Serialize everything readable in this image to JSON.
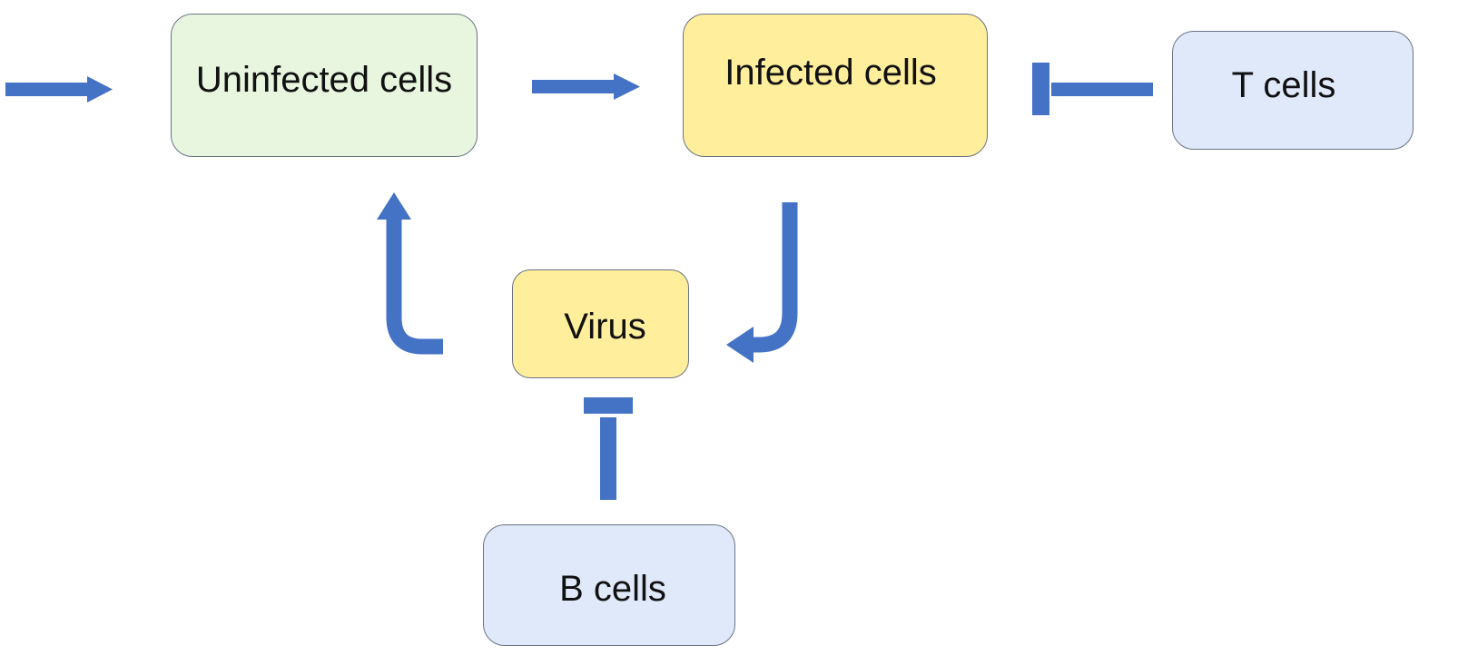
{
  "nodes": {
    "uninfected": {
      "label": "Uninfected cells",
      "fill": "#e8f6e0"
    },
    "infected": {
      "label": "Infected cells",
      "fill": "#ffee9c"
    },
    "tcells": {
      "label": "T cells",
      "fill": "#e0e9fa"
    },
    "virus": {
      "label": "Virus",
      "fill": "#ffee9c"
    },
    "bcells": {
      "label": "B cells",
      "fill": "#e0e9fa"
    }
  },
  "edges": [
    {
      "from": "source",
      "to": "uninfected",
      "kind": "activation"
    },
    {
      "from": "uninfected",
      "to": "infected",
      "kind": "activation"
    },
    {
      "from": "tcells",
      "to": "infected",
      "kind": "inhibition"
    },
    {
      "from": "infected",
      "to": "virus",
      "kind": "activation"
    },
    {
      "from": "virus",
      "to": "uninfected",
      "kind": "activation"
    },
    {
      "from": "bcells",
      "to": "virus",
      "kind": "inhibition"
    }
  ],
  "colors": {
    "connector": "#4472c4",
    "node_border": "#6b7385",
    "text": "#111111"
  }
}
